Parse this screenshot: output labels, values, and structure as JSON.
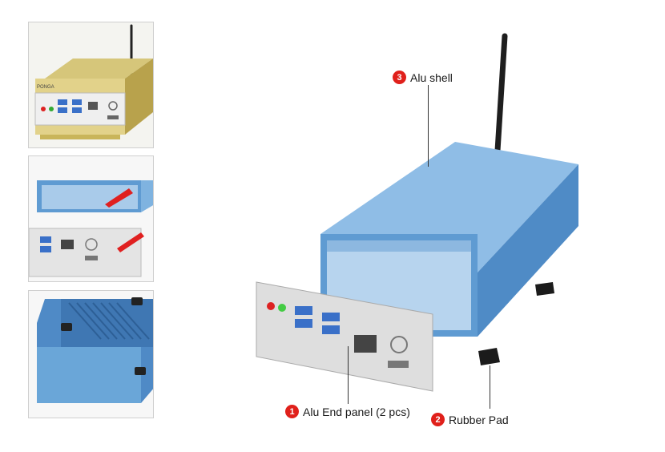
{
  "callouts": [
    {
      "num": "3",
      "label": "Alu shell"
    },
    {
      "num": "1",
      "label": "Alu End panel (2 pcs)"
    },
    {
      "num": "2",
      "label": "Rubber Pad"
    }
  ],
  "thumbs": [
    {
      "name": "gold-assembled-view"
    },
    {
      "name": "shell-slide-assembly-view"
    },
    {
      "name": "bottom-rubber-pad-view"
    }
  ],
  "colors": {
    "shell_blue": "#6aa6d8",
    "shell_dark": "#3f7bb3",
    "panel_silver": "#d9d9d9",
    "badge_red": "#e0201b",
    "gold": "#c9b55a"
  }
}
